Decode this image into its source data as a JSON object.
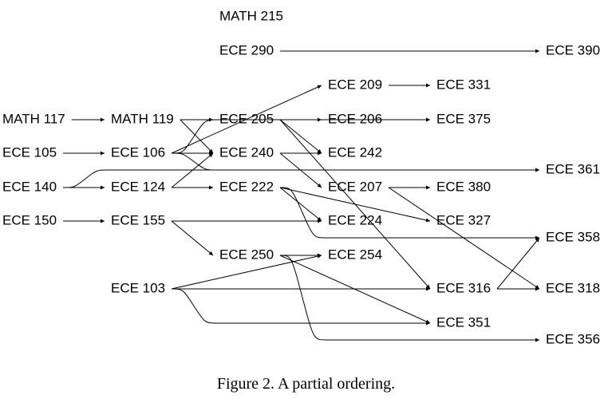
{
  "caption": "Figure 2.  A partial ordering.",
  "colors": {
    "stroke": "#000000",
    "text": "#000000"
  },
  "nodes": [
    {
      "id": "math215",
      "label": "MATH 215"
    },
    {
      "id": "ece290",
      "label": "ECE 290"
    },
    {
      "id": "ece390",
      "label": "ECE 390"
    },
    {
      "id": "ece209",
      "label": "ECE 209"
    },
    {
      "id": "ece331",
      "label": "ECE 331"
    },
    {
      "id": "math117",
      "label": "MATH 117"
    },
    {
      "id": "math119",
      "label": "MATH 119"
    },
    {
      "id": "ece205",
      "label": "ECE 205"
    },
    {
      "id": "ece206",
      "label": "ECE 206"
    },
    {
      "id": "ece375",
      "label": "ECE 375"
    },
    {
      "id": "ece105",
      "label": "ECE 105"
    },
    {
      "id": "ece106",
      "label": "ECE 106"
    },
    {
      "id": "ece240",
      "label": "ECE 240"
    },
    {
      "id": "ece242",
      "label": "ECE 242"
    },
    {
      "id": "ece361",
      "label": "ECE 361"
    },
    {
      "id": "ece140",
      "label": "ECE 140"
    },
    {
      "id": "ece124",
      "label": "ECE 124"
    },
    {
      "id": "ece222",
      "label": "ECE 222"
    },
    {
      "id": "ece207",
      "label": "ECE 207"
    },
    {
      "id": "ece380",
      "label": "ECE 380"
    },
    {
      "id": "ece150",
      "label": "ECE 150"
    },
    {
      "id": "ece155",
      "label": "ECE 155"
    },
    {
      "id": "ece224",
      "label": "ECE 224"
    },
    {
      "id": "ece327",
      "label": "ECE 327"
    },
    {
      "id": "ece358",
      "label": "ECE 358"
    },
    {
      "id": "ece250",
      "label": "ECE 250"
    },
    {
      "id": "ece254",
      "label": "ECE 254"
    },
    {
      "id": "ece103",
      "label": "ECE 103"
    },
    {
      "id": "ece316",
      "label": "ECE 316"
    },
    {
      "id": "ece318",
      "label": "ECE 318"
    },
    {
      "id": "ece351",
      "label": "ECE 351"
    },
    {
      "id": "ece356",
      "label": "ECE 356"
    }
  ],
  "edges": [
    {
      "from": "ece290",
      "to": "ece390"
    },
    {
      "from": "ece209",
      "to": "ece331"
    },
    {
      "from": "ece106",
      "to": "ece209"
    },
    {
      "from": "math117",
      "to": "math119"
    },
    {
      "from": "math119",
      "to": "ece205"
    },
    {
      "from": "math119",
      "to": "ece240"
    },
    {
      "from": "ece205",
      "to": "ece206"
    },
    {
      "from": "ece205",
      "to": "ece242"
    },
    {
      "from": "ece205",
      "to": "ece316"
    },
    {
      "from": "ece206",
      "to": "ece375"
    },
    {
      "from": "ece106",
      "to": "ece375"
    },
    {
      "from": "ece105",
      "to": "ece106"
    },
    {
      "from": "ece106",
      "to": "ece240"
    },
    {
      "from": "ece106",
      "to": "ece361"
    },
    {
      "from": "ece240",
      "to": "ece242"
    },
    {
      "from": "ece240",
      "to": "ece207"
    },
    {
      "from": "ece140",
      "to": "ece361"
    },
    {
      "from": "ece140",
      "to": "ece124"
    },
    {
      "from": "ece124",
      "to": "ece240"
    },
    {
      "from": "ece124",
      "to": "ece222"
    },
    {
      "from": "ece207",
      "to": "ece380"
    },
    {
      "from": "ece207",
      "to": "ece318"
    },
    {
      "from": "ece222",
      "to": "ece224"
    },
    {
      "from": "ece222",
      "to": "ece327"
    },
    {
      "from": "ece222",
      "to": "ece358"
    },
    {
      "from": "ece150",
      "to": "ece155"
    },
    {
      "from": "ece155",
      "to": "ece224"
    },
    {
      "from": "ece155",
      "to": "ece250"
    },
    {
      "from": "ece250",
      "to": "ece254"
    },
    {
      "from": "ece250",
      "to": "ece351"
    },
    {
      "from": "ece250",
      "to": "ece356"
    },
    {
      "from": "ece103",
      "to": "ece254"
    },
    {
      "from": "ece103",
      "to": "ece316"
    },
    {
      "from": "ece103",
      "to": "ece351"
    },
    {
      "from": "ece316",
      "to": "ece318"
    },
    {
      "from": "ece316",
      "to": "ece358"
    }
  ]
}
